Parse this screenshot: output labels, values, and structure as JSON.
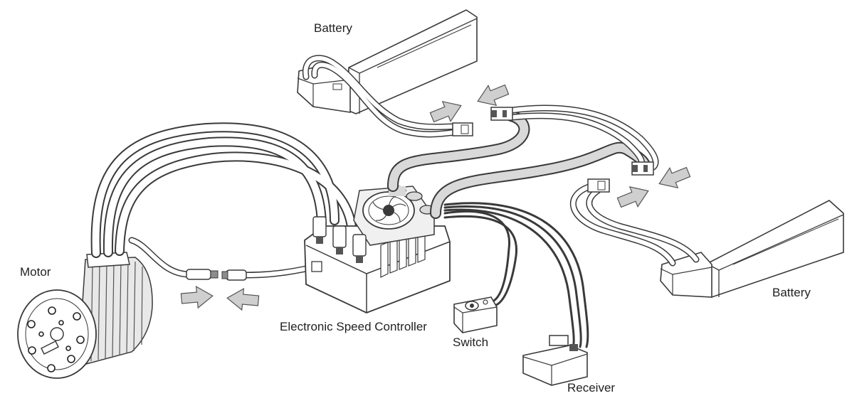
{
  "labels": {
    "battery_top": "Battery",
    "battery_right": "Battery",
    "motor": "Motor",
    "esc": "Electronic Speed Controller",
    "switch": "Switch",
    "receiver": "Receiver"
  },
  "colors": {
    "line": "#3a3a3a",
    "fill": "#ffffff",
    "shade": "#d9d9d9",
    "dark": "#8c8c8c",
    "arrow": "#cfcfcf"
  }
}
